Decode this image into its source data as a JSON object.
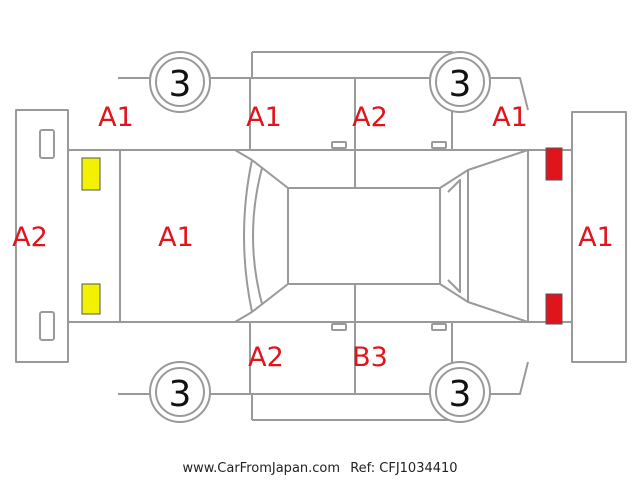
{
  "diagram": {
    "labels": {
      "front_bumper": "A2",
      "hood": "A1",
      "rear_bumper": "A1",
      "front_fender_left": "A1",
      "front_door_left": "A1",
      "rear_door_left": "A2",
      "rear_fender_left": "A1",
      "front_door_right": "A2",
      "rear_door_right": "B3"
    },
    "tires": {
      "front_left": "3",
      "rear_left": "3",
      "front_right": "3",
      "rear_right": "3"
    },
    "colors": {
      "damage_code": "#e0141b",
      "headlight": "#f2f200",
      "taillight": "#e0141b",
      "outline": "#9a9a9a"
    }
  },
  "footer": {
    "website": "www.CarFromJapan.com",
    "ref": "Ref: CFJ1034410"
  }
}
